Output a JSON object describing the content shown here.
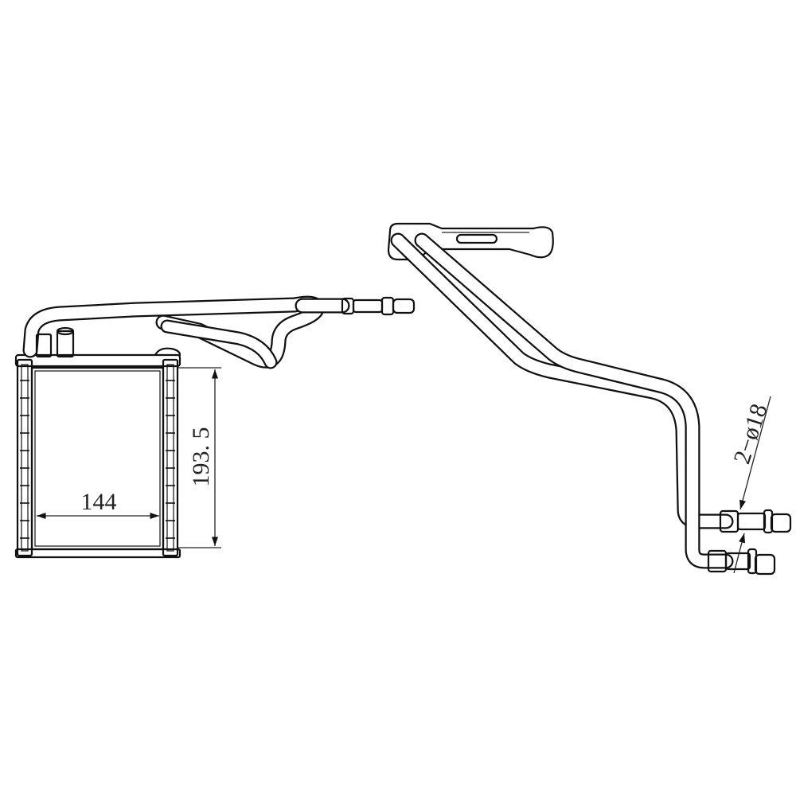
{
  "dimensions": {
    "width_label": "144",
    "height_label": "193. 5",
    "pipe_label": "2−ø18"
  }
}
